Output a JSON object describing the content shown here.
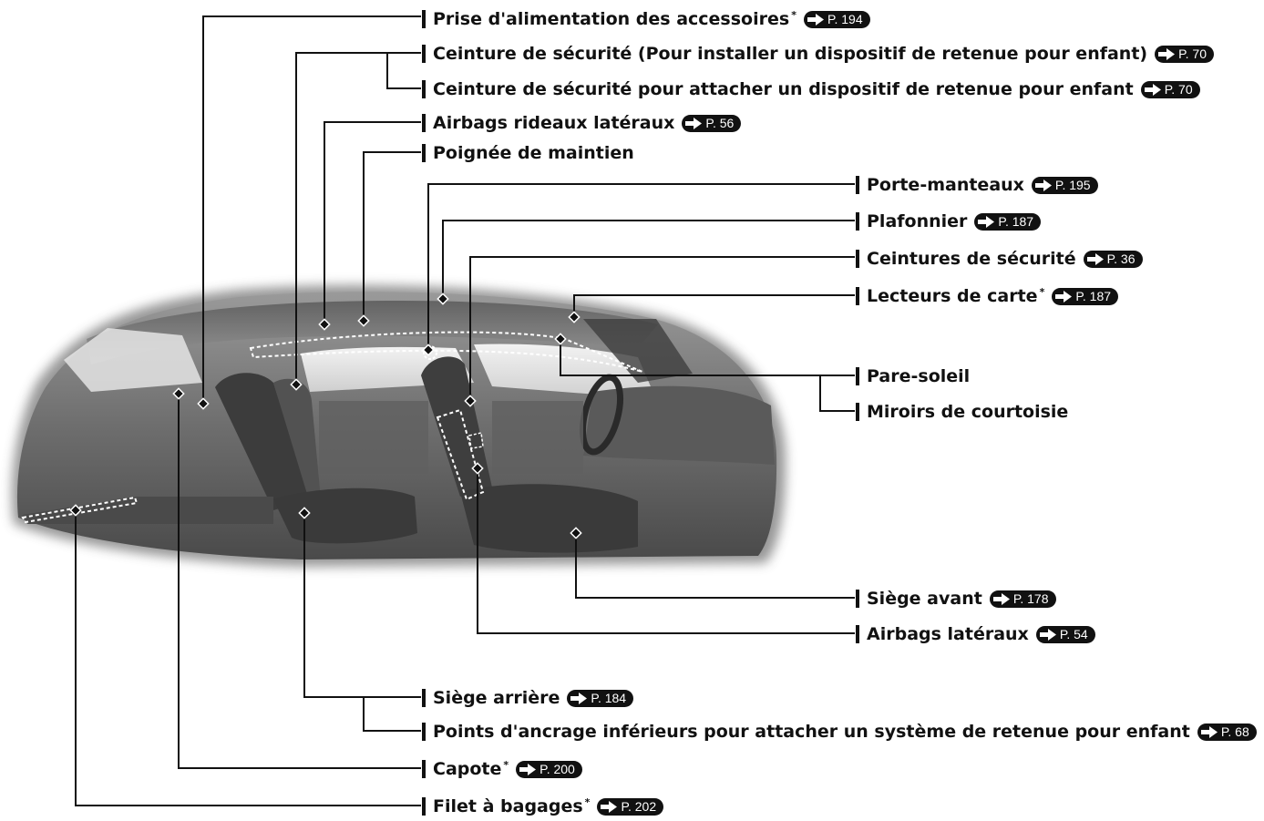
{
  "callouts": [
    {
      "id": "prise",
      "label": "Prise d'alimentation des accessoires",
      "star": "*",
      "ref": "P. 194"
    },
    {
      "id": "ceinture-install",
      "label": "Ceinture de sécurité (Pour installer un dispositif de retenue pour enfant)",
      "star": "",
      "ref": "P. 70"
    },
    {
      "id": "ceinture-attacher",
      "label": "Ceinture de sécurité pour attacher un dispositif de retenue pour enfant",
      "star": "",
      "ref": "P. 70"
    },
    {
      "id": "airbags-rideaux",
      "label": "Airbags rideaux latéraux",
      "star": "",
      "ref": "P. 56"
    },
    {
      "id": "poignee",
      "label": "Poignée de maintien",
      "star": "",
      "ref": ""
    },
    {
      "id": "porte-manteaux",
      "label": "Porte-manteaux",
      "star": "",
      "ref": "P. 195"
    },
    {
      "id": "plafonnier",
      "label": "Plafonnier",
      "star": "",
      "ref": "P. 187"
    },
    {
      "id": "ceintures",
      "label": "Ceintures de sécurité",
      "star": "",
      "ref": "P. 36"
    },
    {
      "id": "lecteurs",
      "label": "Lecteurs de carte",
      "star": "*",
      "ref": "P. 187"
    },
    {
      "id": "pare-soleil",
      "label": "Pare-soleil",
      "star": "",
      "ref": ""
    },
    {
      "id": "miroirs",
      "label": "Miroirs de courtoisie",
      "star": "",
      "ref": ""
    },
    {
      "id": "siege-avant",
      "label": "Siège avant",
      "star": "",
      "ref": "P. 178"
    },
    {
      "id": "airbags-lateraux",
      "label": "Airbags latéraux",
      "star": "",
      "ref": "P. 54"
    },
    {
      "id": "siege-arriere",
      "label": "Siège arrière",
      "star": "",
      "ref": "P. 184"
    },
    {
      "id": "points-ancrage",
      "label": "Points d'ancrage inférieurs pour attacher un système de retenue pour enfant",
      "star": "",
      "ref": "P. 68"
    },
    {
      "id": "capote",
      "label": "Capote",
      "star": "*",
      "ref": "P. 200"
    },
    {
      "id": "filet",
      "label": "Filet à bagages",
      "star": "*",
      "ref": "P. 202"
    }
  ]
}
